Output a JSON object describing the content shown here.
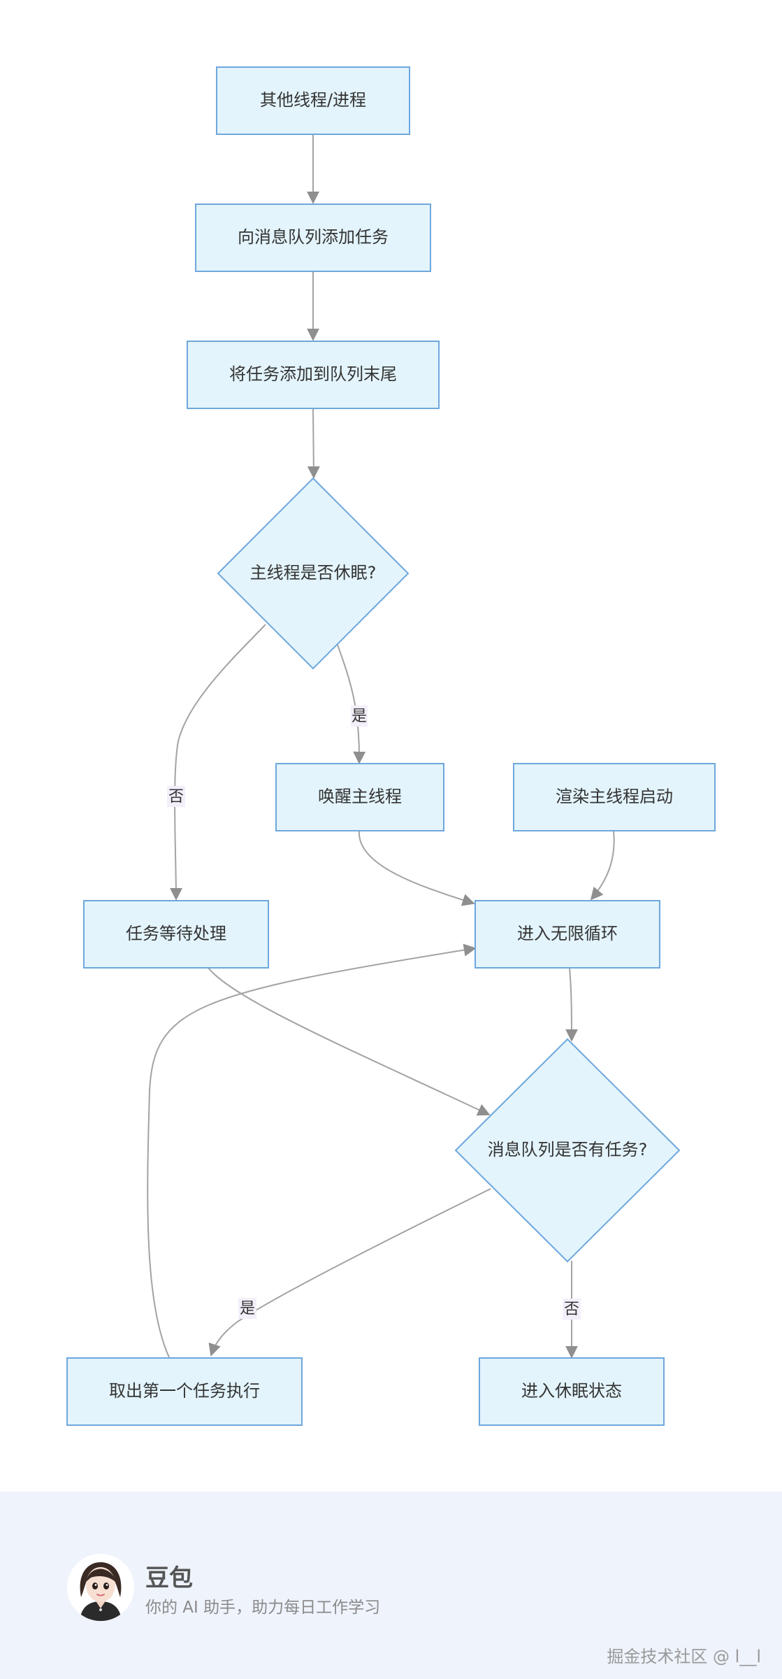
{
  "diagram": {
    "nodes": {
      "other_threads": "其他线程/进程",
      "add_task": "向消息队列添加任务",
      "append_tail": "将任务添加到队列末尾",
      "is_sleeping": "主线程是否休眠?",
      "wake_main": "唤醒主线程",
      "render_start": "渲染主线程启动",
      "task_wait": "任务等待处理",
      "infinite_loop": "进入无限循环",
      "has_task": "消息队列是否有任务?",
      "take_first": "取出第一个任务执行",
      "enter_sleep": "进入休眠状态"
    },
    "edge_labels": {
      "sleeping_yes": "是",
      "sleeping_no": "否",
      "has_task_yes": "是",
      "has_task_no": "否"
    },
    "colors": {
      "node_fill": "#e3f4fc",
      "node_stroke": "#6ea7dd",
      "edge": "#a3a3a3",
      "label_bg": "#f3effa",
      "footer_bg": "#eef3fc"
    }
  },
  "footer": {
    "brand_name": "豆包",
    "tagline": "你的 AI 助手，助力每日工作学习",
    "watermark": "掘金技术社区 @ l__l"
  }
}
